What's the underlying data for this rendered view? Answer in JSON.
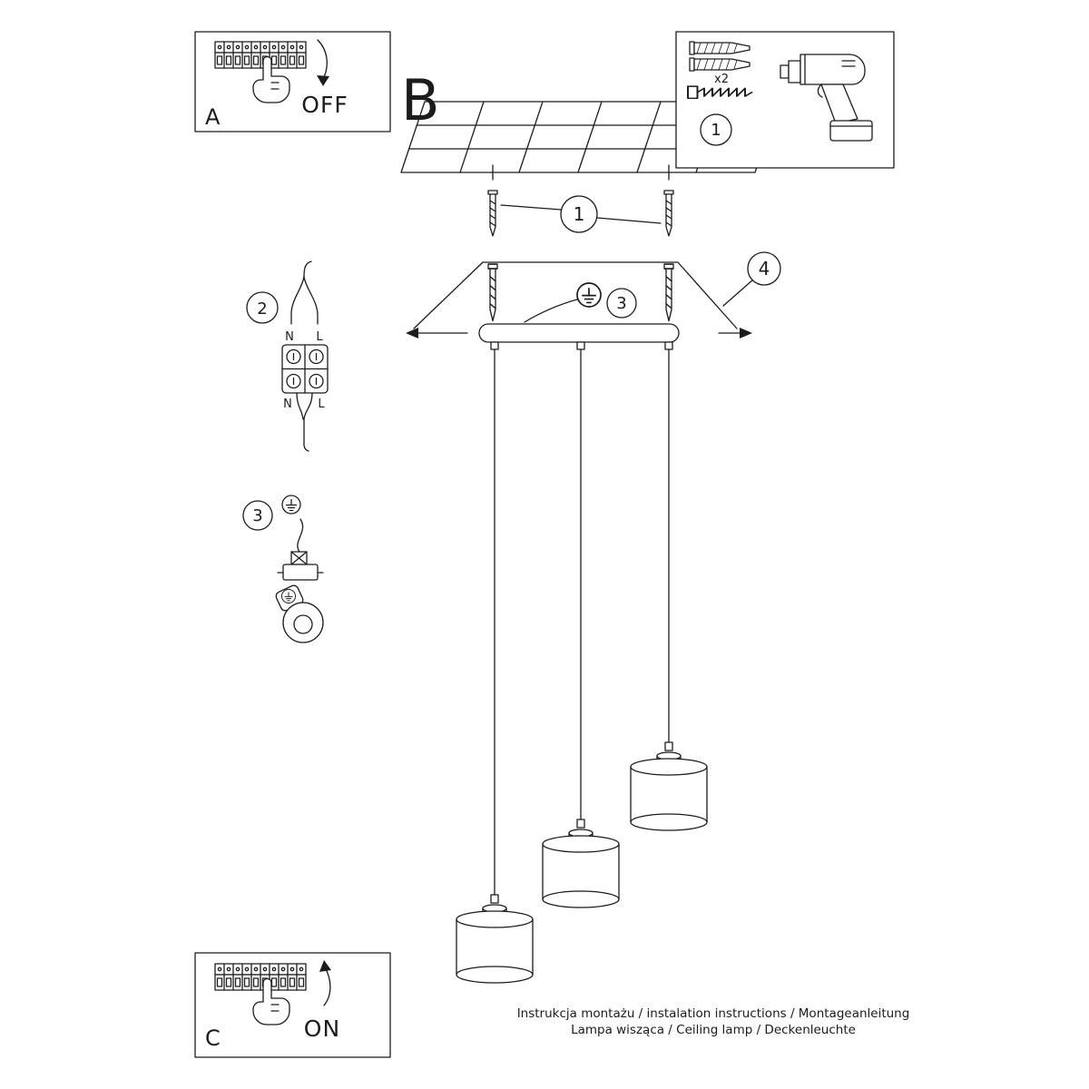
{
  "colors": {
    "ink": "#1c1c1c",
    "paper": "#ffffff"
  },
  "panel_a": {
    "label": "A",
    "state": "OFF"
  },
  "step_b_label": "B",
  "hardware_panel": {
    "callout": "1",
    "anchor_quantity": "x2"
  },
  "main_diagram": {
    "callout_screws": "1",
    "callout_ground": "3",
    "callout_bracket": "4"
  },
  "wiring_detail": {
    "callout": "2",
    "labels": {
      "n_top": "N",
      "l_top": "L",
      "n_bottom": "N",
      "l_bottom": "L"
    }
  },
  "ground_detail": {
    "callout": "3"
  },
  "panel_c": {
    "label": "C",
    "state": "ON"
  },
  "footer": {
    "line1": "Instrukcja montażu / instalation instructions / Montageanleitung",
    "line2": "Lampa wisząca / Ceiling lamp / Deckenleuchte"
  }
}
